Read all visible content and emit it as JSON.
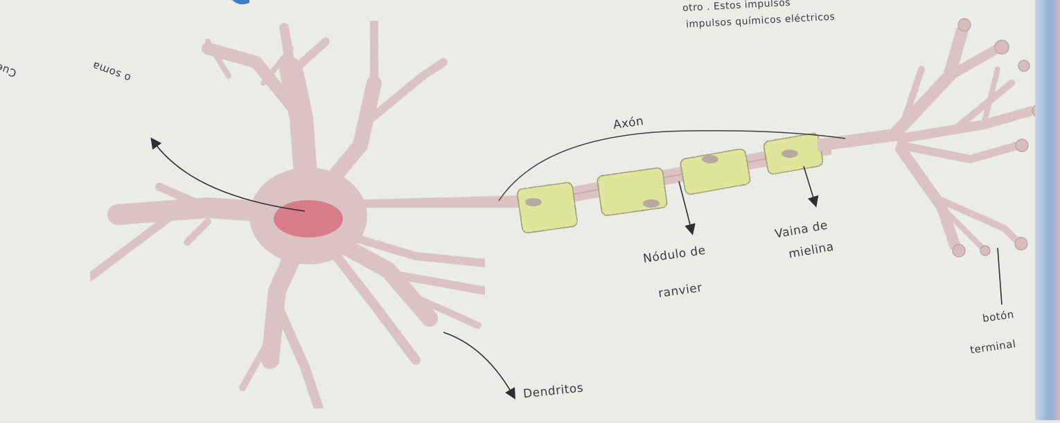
{
  "header_note": {
    "line1": "otro . Estos impulsos",
    "line2": "impulsos químicos eléctricos"
  },
  "labels": {
    "cuerpo_celular_line1": "Cuerpo celular",
    "cuerpo_celular_line2": "o soma",
    "axon": "Axón",
    "nodulo_line1": "Nódulo de",
    "nodulo_line2": "ranvier",
    "vaina_line1": "Vaina de",
    "vaina_line2": "mielina",
    "boton_line1": "botón",
    "boton_line2": "terminal",
    "dendritos": "Dendritos"
  },
  "colors": {
    "paper": "#e9ebe6",
    "neuron_fill": "#dcc3c3",
    "neuron_stroke": "#b99a9c",
    "soma_core": "#d9707f",
    "myelin": "#dfe59a",
    "myelin_stroke": "#9c9a78",
    "ink": "#3c3a3e"
  }
}
